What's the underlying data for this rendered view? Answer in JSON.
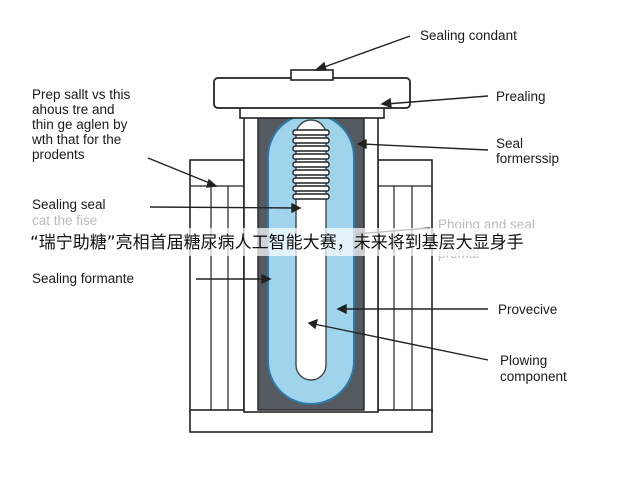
{
  "labels": {
    "sealing_condant": "Sealing condant",
    "prealing": "Prealing",
    "seal_formerssip": [
      "Seal",
      "formerssip"
    ],
    "prep_text": [
      "Prep sallt vs this",
      "ahous tre and",
      "thin ge aglen by",
      "wth that for the",
      "prodents"
    ],
    "sealing_seal": "Sealing seal",
    "cat_the_fise": "cat the fise",
    "phoing_and_seal": "Phoing and seal",
    "premal": "premal",
    "sealing_formante": "Sealing formante",
    "provecive": "Provecive",
    "plowing_component": [
      "Plowing",
      "component"
    ]
  },
  "banner": {
    "text": "“瑞宁助糖”亮相首届糖尿病人工智能大赛，未来将到基层大显身手"
  },
  "colors": {
    "line": "#222222",
    "seal_fill": "#d8dde2",
    "dark_wall": "#555a60",
    "blue_fill": "#9fd4ec",
    "blue_edge": "#2c7aa6",
    "banner_bg": "#ffffff"
  }
}
